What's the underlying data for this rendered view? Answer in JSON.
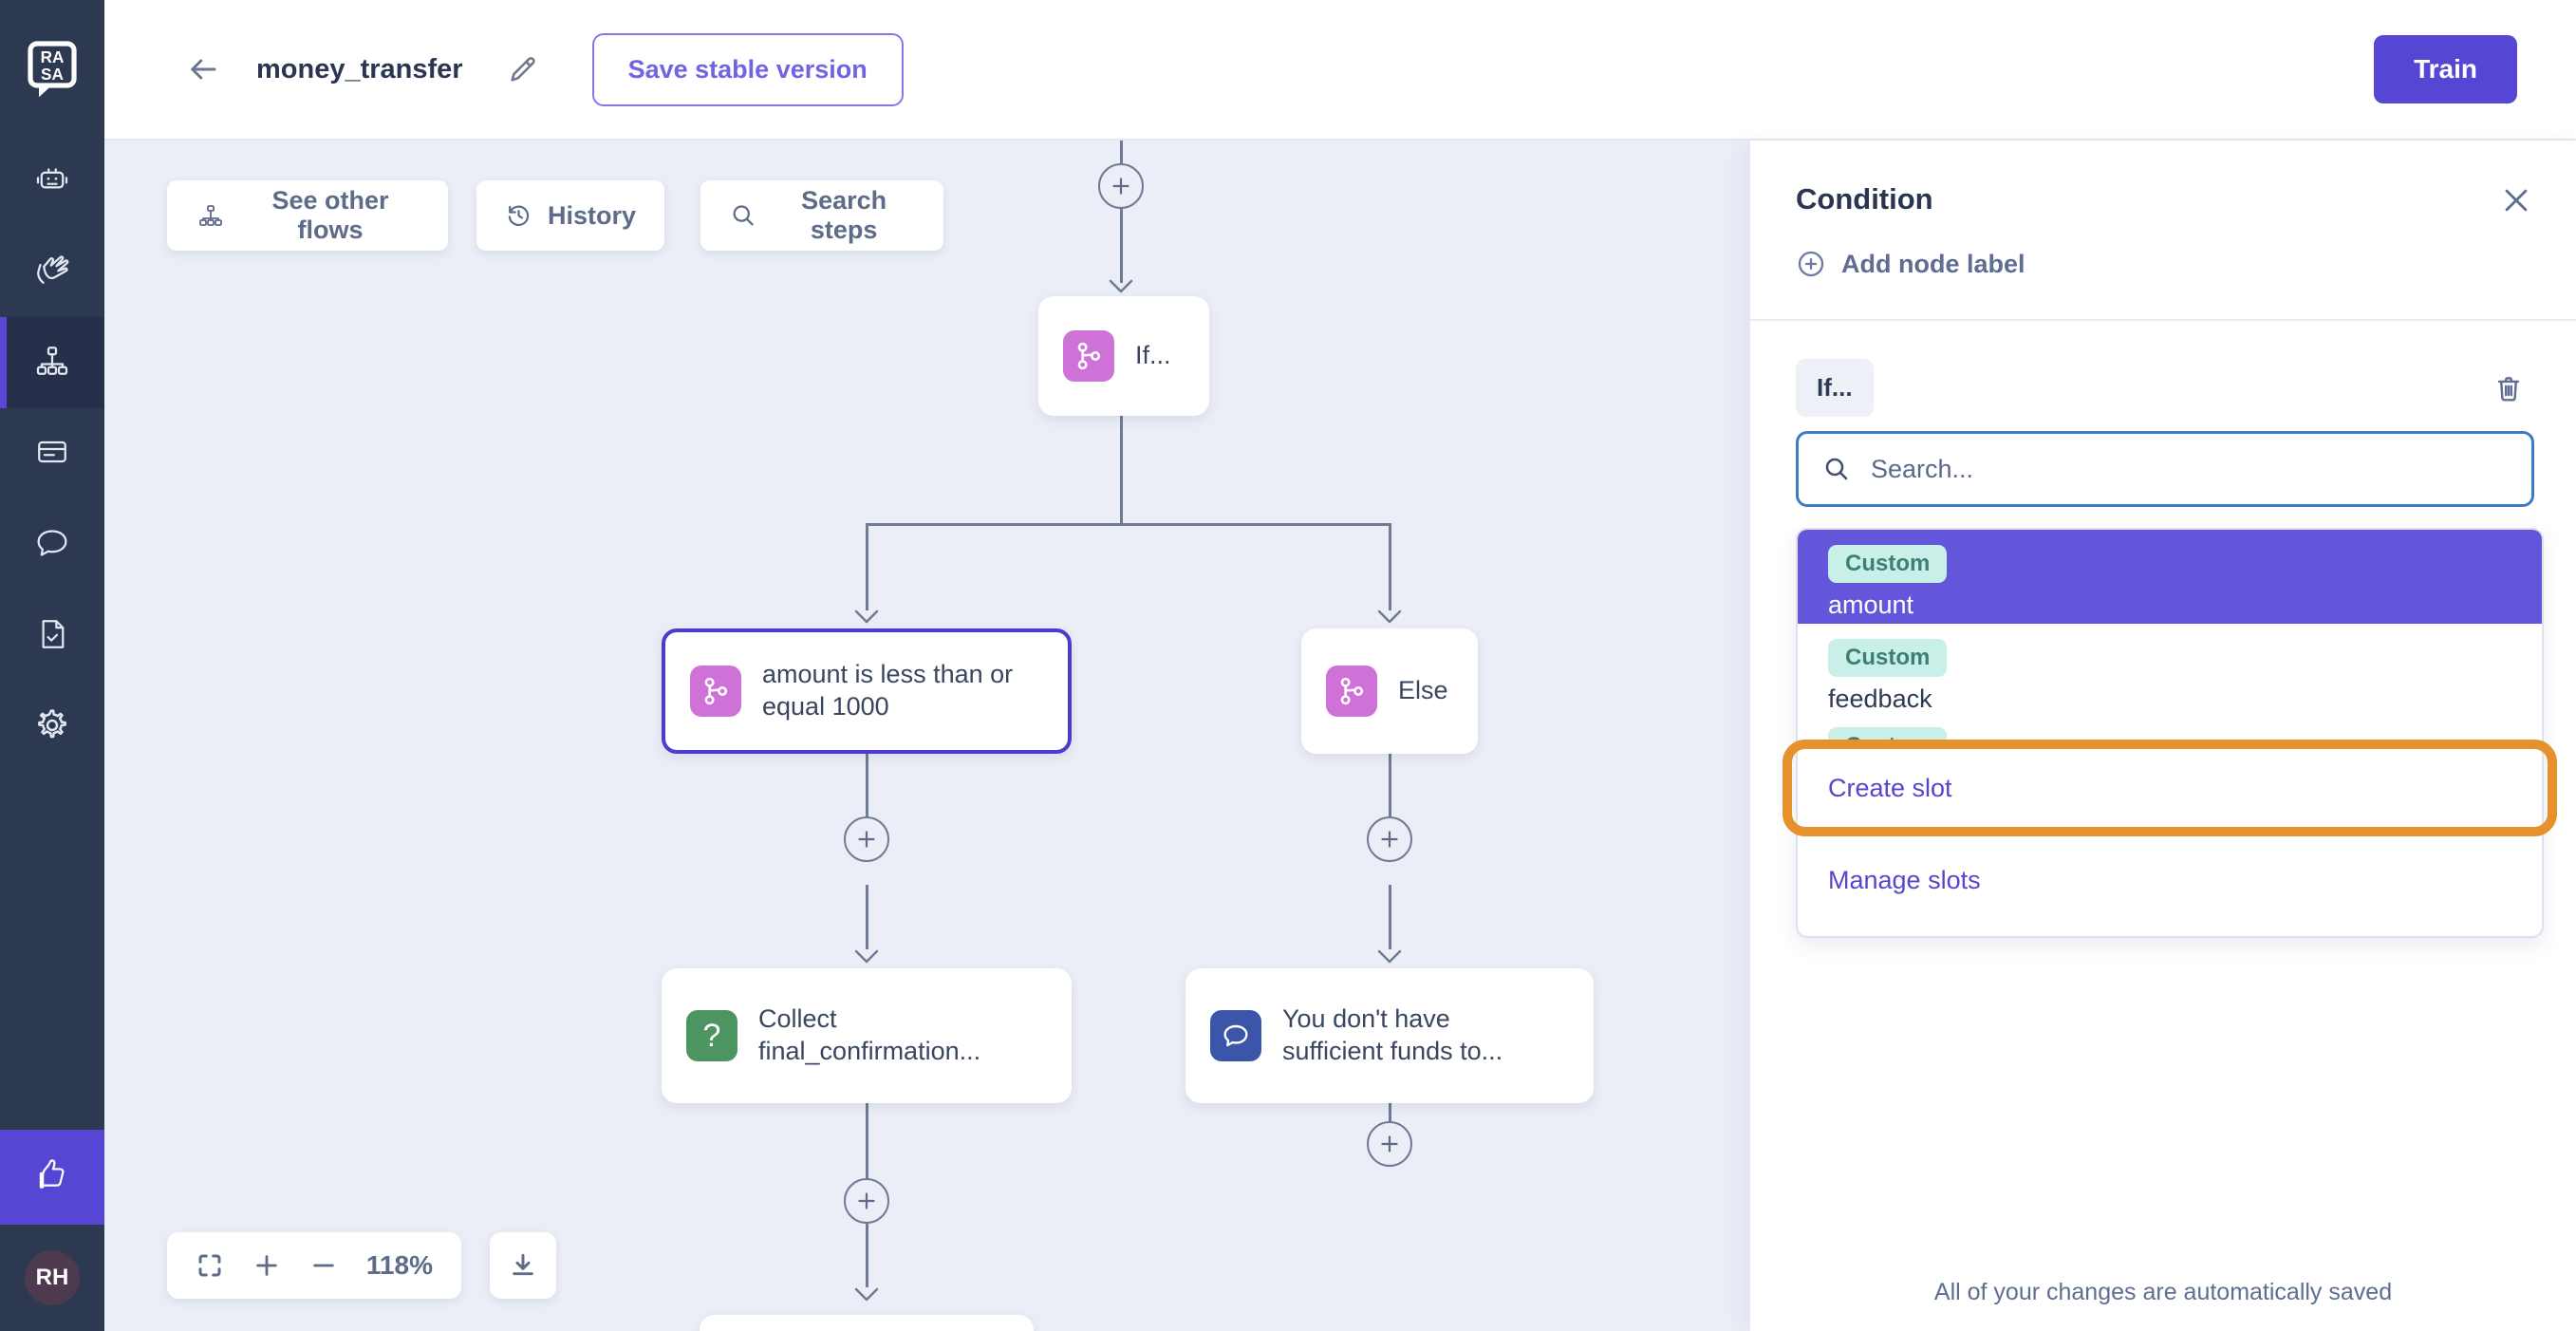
{
  "header": {
    "title": "money_transfer",
    "save_button": "Save stable version",
    "train_button": "Train"
  },
  "sidebar": {
    "icons": [
      "rasa-logo",
      "robot",
      "hand-wave",
      "flows",
      "forms-card",
      "chat-bubble",
      "document-check",
      "settings-gear",
      "thumbs-up-feedback"
    ],
    "active_item": "flows",
    "avatar_initials": "RH"
  },
  "canvas": {
    "toolbar": {
      "see_other_flows": "See other flows",
      "history": "History",
      "search_steps": "Search steps"
    },
    "zoom_controls": {
      "zoom_level": "118%",
      "icons": [
        "fullscreen",
        "zoom-in",
        "zoom-out",
        "download"
      ]
    },
    "nodes": {
      "if_label": "If...",
      "condition_label": "amount is less than or equal 1000",
      "else_label": "Else",
      "collect_label": "Collect final_confirmation...",
      "message_label": "You don't have sufficient funds to..."
    }
  },
  "panel": {
    "title": "Condition",
    "add_node_label": "Add node label",
    "condition_chip": "If...",
    "search": {
      "placeholder": "Search..."
    },
    "options": [
      {
        "badge": "Custom",
        "name": "amount",
        "selected": true
      },
      {
        "badge": "Custom",
        "name": "feedback",
        "selected": false
      },
      {
        "badge": "Custom",
        "name": "",
        "selected": false
      }
    ],
    "create_slot": "Create slot",
    "manage_slots": "Manage slots",
    "autosave_note": "All of your changes are automatically saved"
  },
  "colors": {
    "accent_purple": "#5646D4",
    "selected_node_border": "#4B3BD1",
    "selected_row_purple": "#6356DB",
    "condition_icon_pink": "#CE72D8",
    "collect_icon_green": "#4C9560",
    "message_icon_blue": "#3A55A9",
    "highlight_orange": "#E6922C",
    "badge_teal_bg": "#C9F0E8",
    "badge_teal_text": "#3E7F74",
    "search_focus_blue": "#3B7CC7",
    "sidebar_navy": "#2D3950",
    "canvas_bg": "#EBEEF7",
    "connector_slate": "#6F7A95"
  }
}
